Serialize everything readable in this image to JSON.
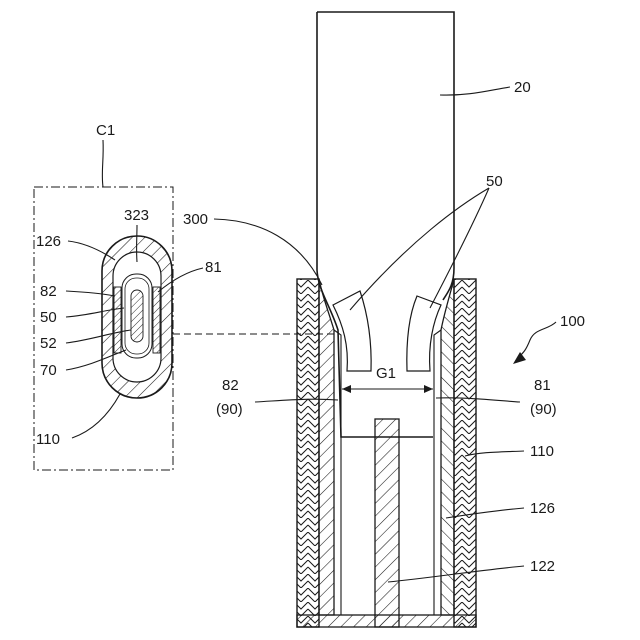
{
  "labels": {
    "c1": "C1",
    "l323": "323",
    "l126_detail": "126",
    "l82_detail": "82",
    "l81_detail": "81",
    "l50_detail": "50",
    "l52": "52",
    "l70": "70",
    "l110_detail": "110",
    "l300": "300",
    "l20": "20",
    "l50": "50",
    "l100": "100",
    "g1": "G1",
    "l82": "82",
    "l90_left": "(90)",
    "l81": "81",
    "l90_right": "(90)",
    "l110": "110",
    "l126": "126",
    "l122": "122"
  }
}
